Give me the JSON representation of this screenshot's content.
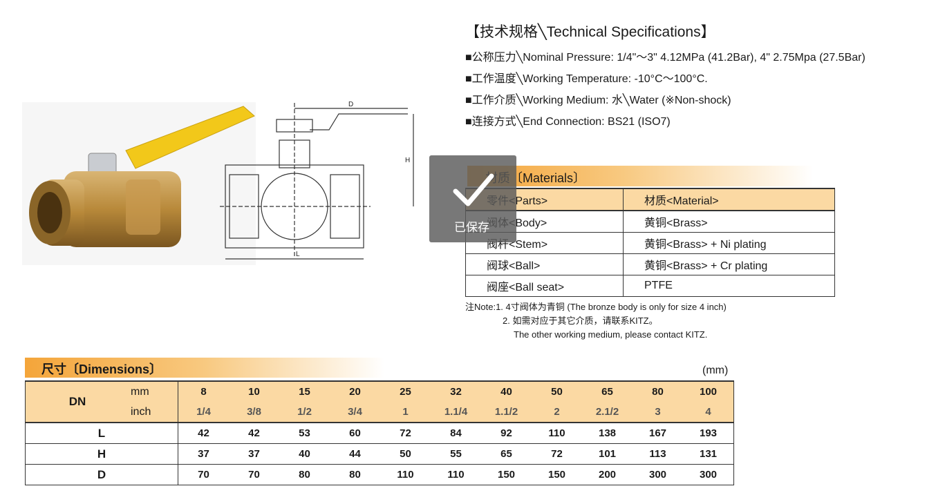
{
  "specs": {
    "title": "【技术规格╲Technical Specifications】",
    "lines": [
      "■公称压力╲Nominal Pressure: 1/4\"～3\"  4.12MPa (41.2Bar), 4\"  2.75Mpa (27.5Bar)",
      "■工作温度╲Working Temperature: -10°C～100°C.",
      "■工作介质╲Working Medium: 水╲Water (※Non-shock)",
      "■连接方式╲End Connection: BS21 (ISO7)"
    ]
  },
  "drawing_labels": {
    "d": "D",
    "h": "H",
    "l": "L"
  },
  "materials": {
    "heading": "材质〔Materials〕",
    "header": [
      "零件<Parts>",
      "材质<Material>"
    ],
    "rows": [
      [
        "阀体<Body>",
        "黄铜<Brass>"
      ],
      [
        "阀杆<Stem>",
        "黄铜<Brass> + Ni plating"
      ],
      [
        "阀球<Ball>",
        "黄铜<Brass> + Cr plating"
      ],
      [
        "阀座<Ball seat>",
        "PTFE"
      ]
    ]
  },
  "notes": [
    "注Note:1. 4寸阀体为青铜 (The bronze body is only for size 4 inch)",
    "2. 如需对应于其它介质，请联系KITZ。",
    "The other working medium, please contact KITZ."
  ],
  "overlay": {
    "saved_label": "已保存",
    "icon": "check-icon"
  },
  "dimensions": {
    "heading": "尺寸〔Dimensions〕",
    "unit": "(mm)",
    "dn_label": "DN",
    "mm_label": "mm",
    "inch_label": "inch",
    "mm": [
      "8",
      "10",
      "15",
      "20",
      "25",
      "32",
      "40",
      "50",
      "65",
      "80",
      "100"
    ],
    "inch": [
      "1/4",
      "3/8",
      "1/2",
      "3/4",
      "1",
      "1.1/4",
      "1.1/2",
      "2",
      "2.1/2",
      "3",
      "4"
    ],
    "rows": [
      {
        "label": "L",
        "values": [
          "42",
          "42",
          "53",
          "60",
          "72",
          "84",
          "92",
          "110",
          "138",
          "167",
          "193"
        ]
      },
      {
        "label": "H",
        "values": [
          "37",
          "37",
          "40",
          "44",
          "50",
          "55",
          "65",
          "72",
          "101",
          "113",
          "131"
        ]
      },
      {
        "label": "D",
        "values": [
          "70",
          "70",
          "80",
          "80",
          "110",
          "110",
          "150",
          "150",
          "200",
          "300",
          "300"
        ]
      }
    ]
  },
  "colors": {
    "accent_orange": "#f4a53a",
    "header_fill": "#fbd9a3",
    "handle_yellow": "#f2c81a",
    "brass": "#b8893a"
  }
}
